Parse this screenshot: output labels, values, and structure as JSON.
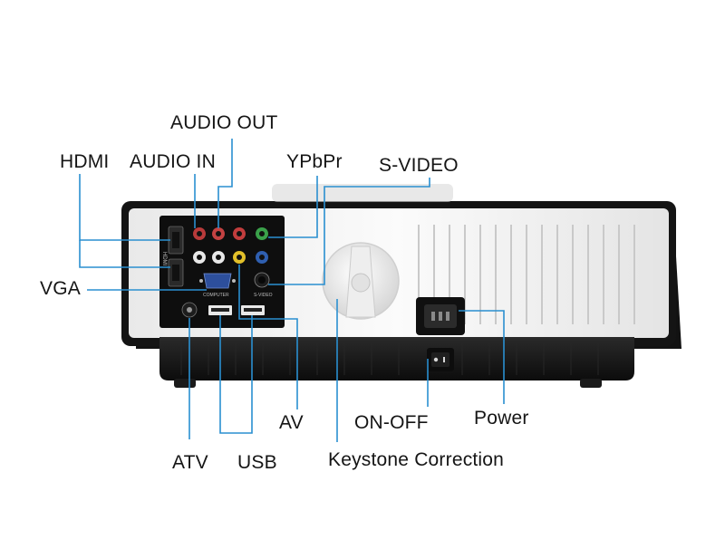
{
  "labels": {
    "audio_out": "AUDIO OUT",
    "hdmi": "HDMI",
    "audio_in": "AUDIO IN",
    "ypbpr": "YPbPr",
    "s_video": "S-VIDEO",
    "vga": "VGA",
    "av": "AV",
    "on_off": "ON-OFF",
    "power": "Power",
    "atv": "ATV",
    "usb": "USB",
    "keystone": "Keystone Correction"
  },
  "panel_markings": {
    "hdmi": "HDMI",
    "computer": "COMPUTER",
    "s_video": "S-VIDEO"
  },
  "colors": {
    "callout_line": "#2a8fd0",
    "projector_body": "#111111",
    "panel_face": "#f2f2f2",
    "text": "#151515"
  }
}
